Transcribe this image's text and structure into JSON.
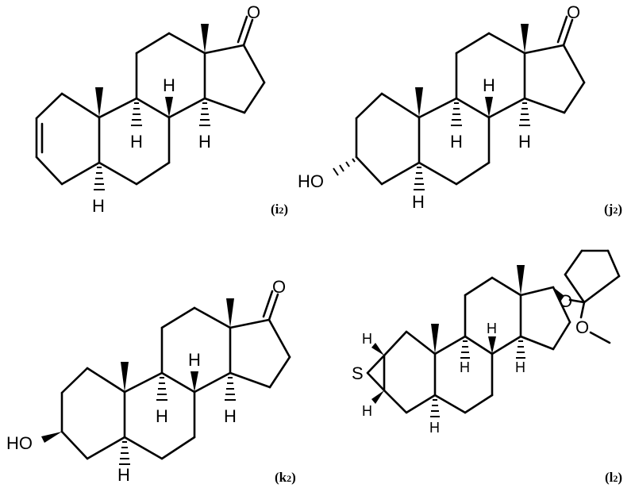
{
  "structures": [
    {
      "id": "i2",
      "label": {
        "main": "i",
        "sub": "2"
      },
      "atoms": {
        "oxygen": "O",
        "h9": "H",
        "h8": "H",
        "h14": "H",
        "h5": "H"
      }
    },
    {
      "id": "j2",
      "label": {
        "main": "j",
        "sub": "2"
      },
      "atoms": {
        "oxygen": "O",
        "hydroxyl": "HO",
        "h9": "H",
        "h8": "H",
        "h14": "H",
        "h5": "H"
      }
    },
    {
      "id": "k2",
      "label": {
        "main": "k",
        "sub": "2"
      },
      "atoms": {
        "oxygen": "O",
        "hydroxyl": "HO",
        "h9": "H",
        "h8": "H",
        "h14": "H",
        "h5": "H"
      }
    },
    {
      "id": "l2",
      "label": {
        "main": "l",
        "sub": "2"
      },
      "atoms": {
        "ether_o1": "O",
        "ether_o2": "O",
        "sulfur": "S",
        "h_ep1": "H",
        "h_ep2": "H",
        "h9": "H",
        "h8": "H",
        "h14": "H",
        "h5": "H"
      }
    }
  ]
}
